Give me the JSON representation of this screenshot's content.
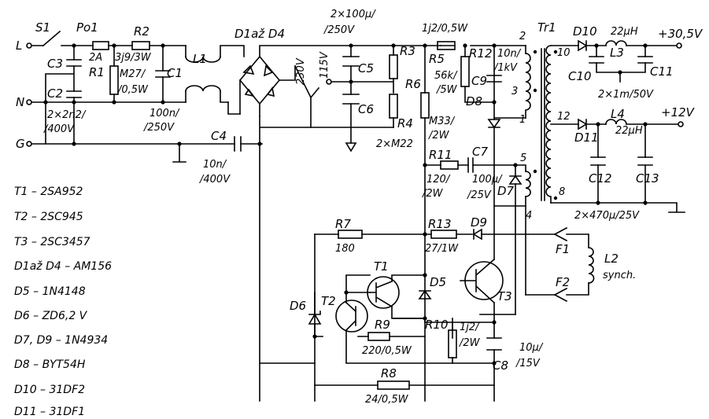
{
  "terminals": {
    "L": "L",
    "N": "N",
    "G": "G",
    "out_30v": "+30,5V",
    "out_12v": "+12V",
    "F1": "F1",
    "F2": "F2"
  },
  "components": {
    "S1": "S1",
    "Po1": "Po1",
    "Po1_val": "2A",
    "R1": "R1",
    "R1_val1": "M27/",
    "R1_val2": "/0,5W",
    "R2": "R2",
    "R2_val": "3j9/3W",
    "C1": "C1",
    "C1_val1": "100n/",
    "C1_val2": "/250V",
    "C2": "C2",
    "C3": "C3",
    "C23_val1": "2×2n2/",
    "C23_val2": "/400V",
    "L1": "L1",
    "C4": "C4",
    "C4_val1": "10n/",
    "C4_val2": "/400V",
    "bridge": "D1až D4",
    "sw_230": "230V",
    "sw_115": "115V",
    "C56_val1": "2×100µ/",
    "C56_val2": "/250V",
    "C5": "C5",
    "C6": "C6",
    "R3": "R3",
    "R4": "R4",
    "R34_val": "2×M22",
    "R5": "R5",
    "R5_val": "1j2/0,5W",
    "R6": "R6",
    "R6_val1": "M33/",
    "R6_val2": "/2W",
    "R12": "R12",
    "R12_val1": "56k/",
    "R12_val2": "/5W",
    "C9": "C9",
    "C9_val1": "10n/",
    "C9_val2": "/1kV",
    "D8": "D8",
    "Tr1": "Tr1",
    "pin2": "2",
    "pin3": "3",
    "pin1": "1",
    "pin5": "5",
    "pin4": "4",
    "pin10": "10",
    "pin12": "12",
    "pin8": "8",
    "D10": "D10",
    "L3": "L3",
    "L3_val": "22µH",
    "C10": "C10",
    "C11": "C11",
    "C1011_val": "2×1m/50V",
    "D11": "D11",
    "L4": "L4",
    "L4_val": "22µH",
    "C12": "C12",
    "C13": "C13",
    "C1213_val": "2×470µ/25V",
    "R11": "R11",
    "R11_val1": "120/",
    "R11_val2": "/2W",
    "C7": "C7",
    "C7_val1": "100µ/",
    "C7_val2": "/25V",
    "D7": "D7",
    "R7": "R7",
    "R7_val": "180",
    "R13": "R13",
    "R13_val": "27/1W",
    "D9": "D9",
    "L2": "L2",
    "L2_val": "synch.",
    "T1": "T1",
    "T2": "T2",
    "T3": "T3",
    "D5": "D5",
    "D6": "D6",
    "R9": "R9",
    "R9_val": "220/0,5W",
    "R10": "R10",
    "R10_val1": "1j2/",
    "R10_val2": "/2W",
    "C8": "C8",
    "C8_val1": "10µ/",
    "C8_val2": "/15V",
    "R8": "R8",
    "R8_val": "24/0,5W"
  },
  "parts_list": [
    "T1 – 2SA952",
    "T2 – 2SC945",
    "T3 – 2SC3457",
    "D1až D4 – AM156",
    "D5 – 1N4148",
    "D6 – ZD6,2 V",
    "D7, D9 – 1N4934",
    "D8 – BYT54H",
    "D10 – 31DF2",
    "D11 – 31DF1"
  ]
}
